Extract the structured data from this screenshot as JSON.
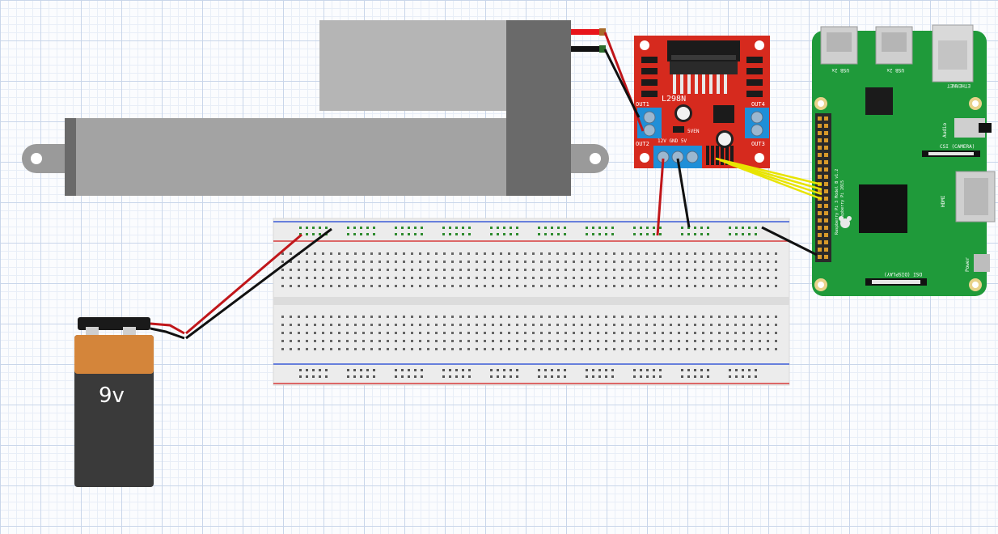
{
  "battery": {
    "label": "9v"
  },
  "driver": {
    "chip_label": "L298N",
    "out1": "OUT1",
    "out2": "OUT2",
    "out3": "OUT3",
    "out4": "OUT4",
    "en_label": "5VEN",
    "power_labels": "12V GND  5V"
  },
  "pi": {
    "usb_label_1": "USB 2x",
    "usb_label_2": "USB 2x",
    "ethernet_label": "ETHERNET",
    "audio_label": "Audio",
    "csi_label": "CSI (CAMERA)",
    "hdmi_label": "HDMI",
    "dsi_label": "DSI (DISPLAY)",
    "power_label": "Power",
    "model_label": "Raspberry Pi 3 Model B v1.2",
    "copyright_label": "© Raspberry Pi 2015"
  },
  "colors": {
    "wire_red": "#c0161a",
    "wire_black": "#1a1a1a",
    "wire_yellow": "#e8e400",
    "pi_green": "#1f9a3a",
    "driver_red": "#d62a1e",
    "terminal_blue": "#1f8fd8"
  }
}
